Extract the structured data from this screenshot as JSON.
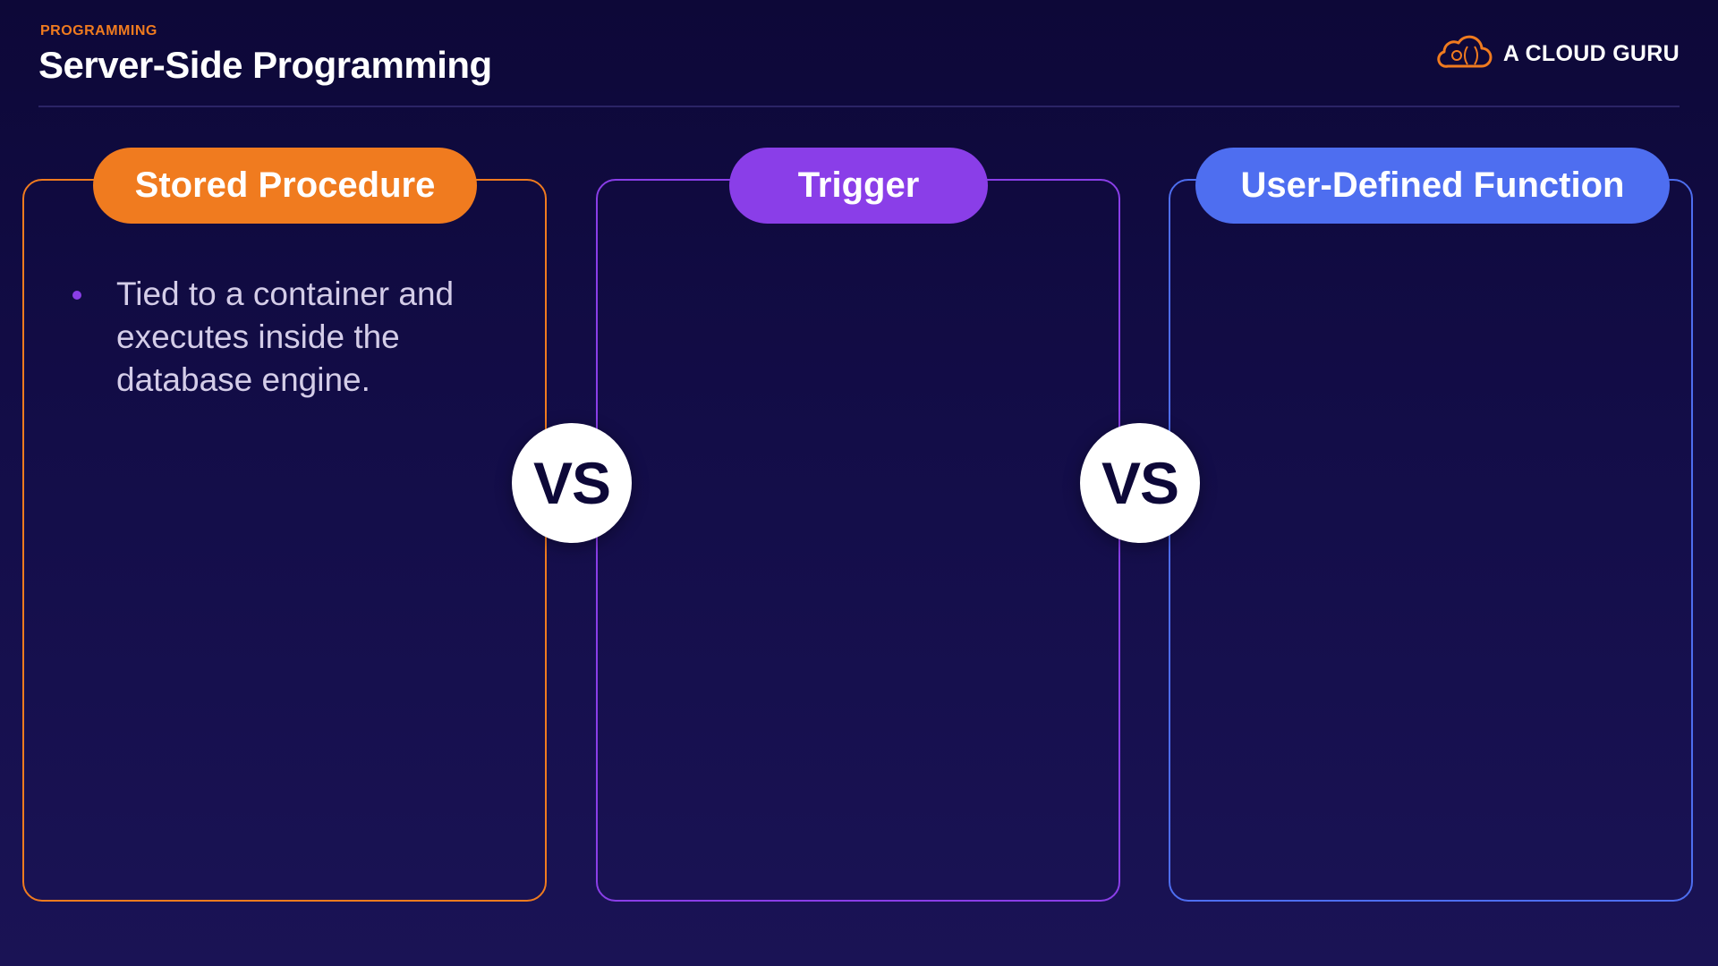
{
  "header": {
    "eyebrow": "PROGRAMMING",
    "title": "Server-Side Programming"
  },
  "logo": {
    "text": "A CLOUD GURU",
    "icon": "cloud-icon",
    "color": "#f07b1f"
  },
  "cards": [
    {
      "label": "Stored Procedure",
      "color": "#f07b1f",
      "bullets": [
        "Tied to a container and executes inside the database engine."
      ]
    },
    {
      "label": "Trigger",
      "color": "#8a3ee8",
      "bullets": []
    },
    {
      "label": "User-Defined Function",
      "color": "#4e6ef0",
      "bullets": []
    }
  ],
  "separators": [
    {
      "label": "VS"
    },
    {
      "label": "VS"
    }
  ],
  "colors": {
    "background": "#130d48",
    "bullet": "#8a3ee8",
    "text": "#ffffff"
  }
}
